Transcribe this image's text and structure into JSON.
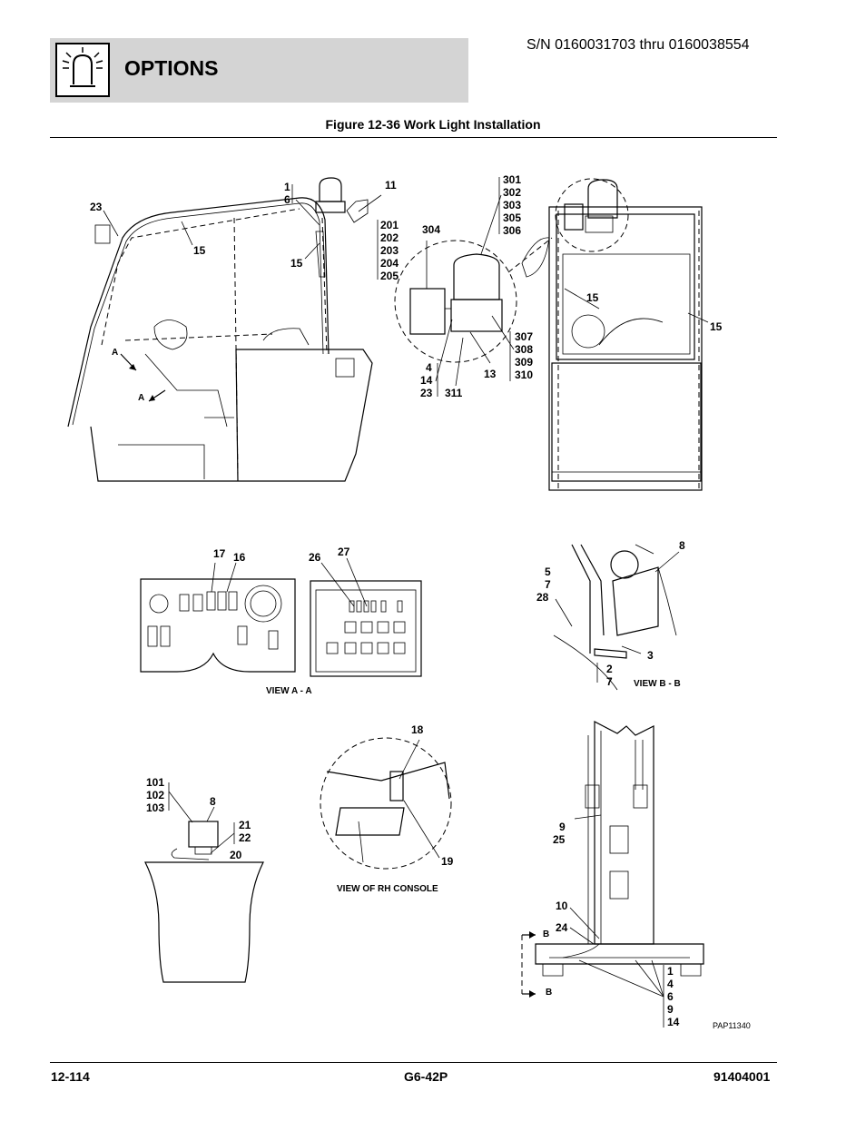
{
  "header": {
    "title": "OPTIONS",
    "serial": "S/N 0160031703 thru 0160038554",
    "icon": "work-light-icon"
  },
  "figure": {
    "title": "Figure 12-36 Work Light Installation"
  },
  "callouts": {
    "c23": "23",
    "c1": "1",
    "c6": "6",
    "c11": "11",
    "c15a": "15",
    "c15b": "15",
    "c201": "201",
    "c202": "202",
    "c203": "203",
    "c204": "204",
    "c205": "205",
    "c301": "301",
    "c302": "302",
    "c303": "303",
    "c305": "305",
    "c306": "306",
    "c304": "304",
    "c307": "307",
    "c308": "308",
    "c309": "309",
    "c310": "310",
    "c4": "4",
    "c14": "14",
    "c23b": "23",
    "c311": "311",
    "c13": "13",
    "c15c": "15",
    "c15d": "15",
    "cA1": "A",
    "cA2": "A",
    "c17": "17",
    "c16": "16",
    "c26": "26",
    "c27": "27",
    "c8a": "8",
    "c5": "5",
    "c7a": "7",
    "c28": "28",
    "c3": "3",
    "c2": "2",
    "c7b": "7",
    "c18": "18",
    "c19": "19",
    "c101": "101",
    "c102": "102",
    "c103": "103",
    "c8b": "8",
    "c21": "21",
    "c22": "22",
    "c20": "20",
    "c9a": "9",
    "c25": "25",
    "c10": "10",
    "c24": "24",
    "cB1": "B",
    "cB2": "B",
    "c1b": "1",
    "c4b": "4",
    "c6b": "6",
    "c9b": "9",
    "c14b": "14"
  },
  "captions": {
    "view_aa": "VIEW A - A",
    "view_bb": "VIEW B - B",
    "view_rh": "VIEW OF RH CONSOLE",
    "pap": "PAP11340"
  },
  "footer": {
    "page": "12-114",
    "model": "G6-42P",
    "doc": "91404001"
  }
}
